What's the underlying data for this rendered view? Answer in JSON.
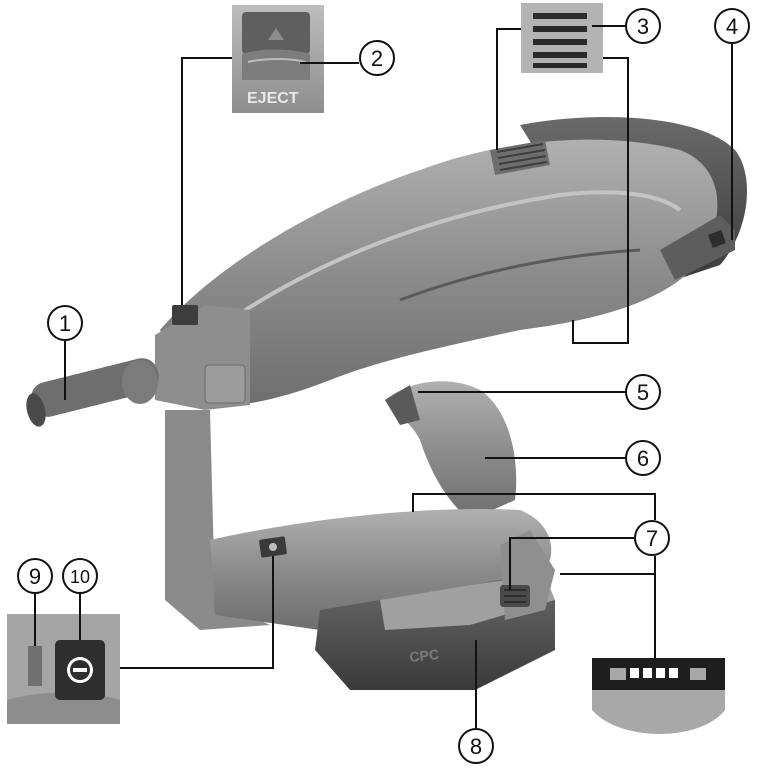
{
  "callouts": [
    {
      "id": "1",
      "label": "1"
    },
    {
      "id": "2",
      "label": "2"
    },
    {
      "id": "3",
      "label": "3"
    },
    {
      "id": "4",
      "label": "4"
    },
    {
      "id": "5",
      "label": "5"
    },
    {
      "id": "6",
      "label": "6"
    },
    {
      "id": "7",
      "label": "7"
    },
    {
      "id": "8",
      "label": "8"
    },
    {
      "id": "9",
      "label": "9"
    },
    {
      "id": "10",
      "label": "10"
    }
  ],
  "inset_eject": {
    "button_text": "EJECT"
  },
  "battery": {
    "brand_text": "CPC"
  },
  "colors": {
    "tool_body": "#8a8a8a",
    "tool_dark": "#4a4a4a",
    "tool_light": "#a9a9a9",
    "inset_bg": "#9a9a9a",
    "line": "#111111"
  }
}
